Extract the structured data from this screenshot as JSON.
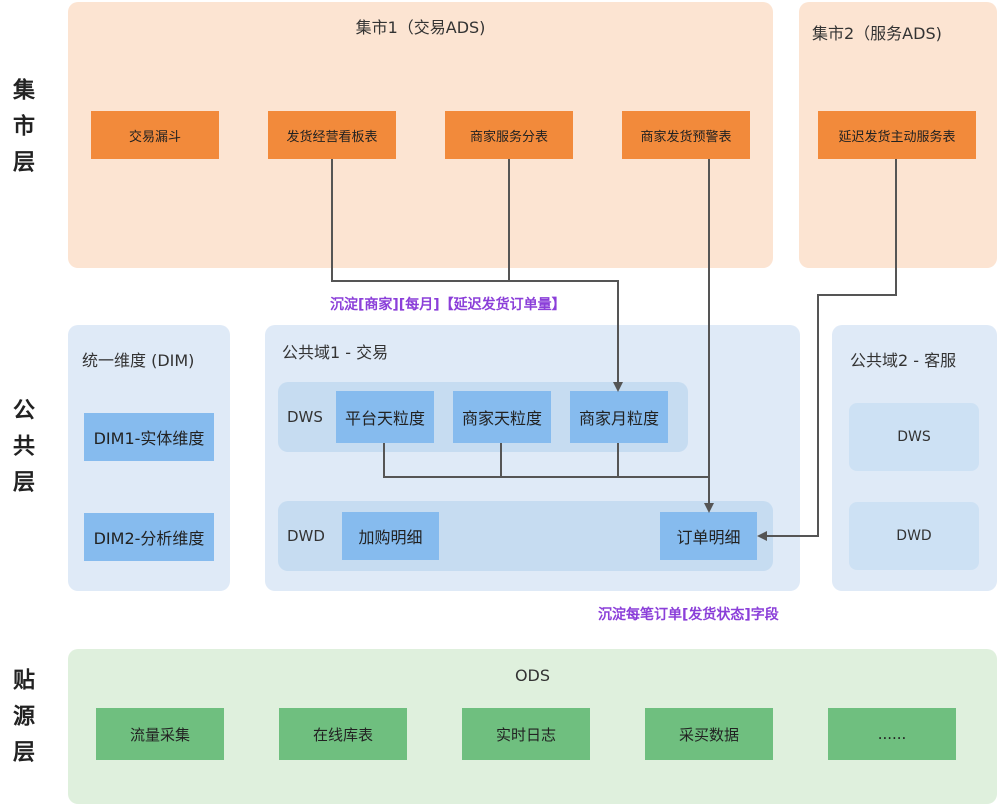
{
  "layers": {
    "mart": "集市层",
    "public": "公共层",
    "source": "贴源层"
  },
  "mart1": {
    "title": "集市1（交易ADS)",
    "tables": [
      "交易漏斗",
      "发货经营看板表",
      "商家服务分表",
      "商家发货预警表"
    ]
  },
  "mart2": {
    "title": "集市2（服务ADS)",
    "tables": [
      "延迟发货主动服务表"
    ]
  },
  "annotations": {
    "dws_note": "沉淀[商家][每月]【延迟发货订单量】",
    "dwd_note": "沉淀每笔订单[发货状态]字段"
  },
  "dim": {
    "title": "统一维度 (DIM)",
    "items": [
      "DIM1-实体维度",
      "DIM2-分析维度"
    ]
  },
  "domain1": {
    "title": "公共域1 - 交易",
    "dws_label": "DWS",
    "dws_items": [
      "平台天粒度",
      "商家天粒度",
      "商家月粒度"
    ],
    "dwd_label": "DWD",
    "dwd_items": [
      "加购明细",
      "订单明细"
    ]
  },
  "domain2": {
    "title": "公共域2 - 客服",
    "items": [
      "DWS",
      "DWD"
    ]
  },
  "ods": {
    "title": "ODS",
    "items": [
      "流量采集",
      "在线库表",
      "实时日志",
      "采买数据",
      "......"
    ]
  },
  "colors": {
    "mart_bg": "#fce4d2",
    "mart_box": "#f28a3b",
    "public_bg": "#dfeaf7",
    "public_box": "#86bbee",
    "source_bg": "#dff0dd",
    "source_box": "#6fbf7f",
    "note": "#8b3fd9",
    "arrow": "#555555"
  }
}
